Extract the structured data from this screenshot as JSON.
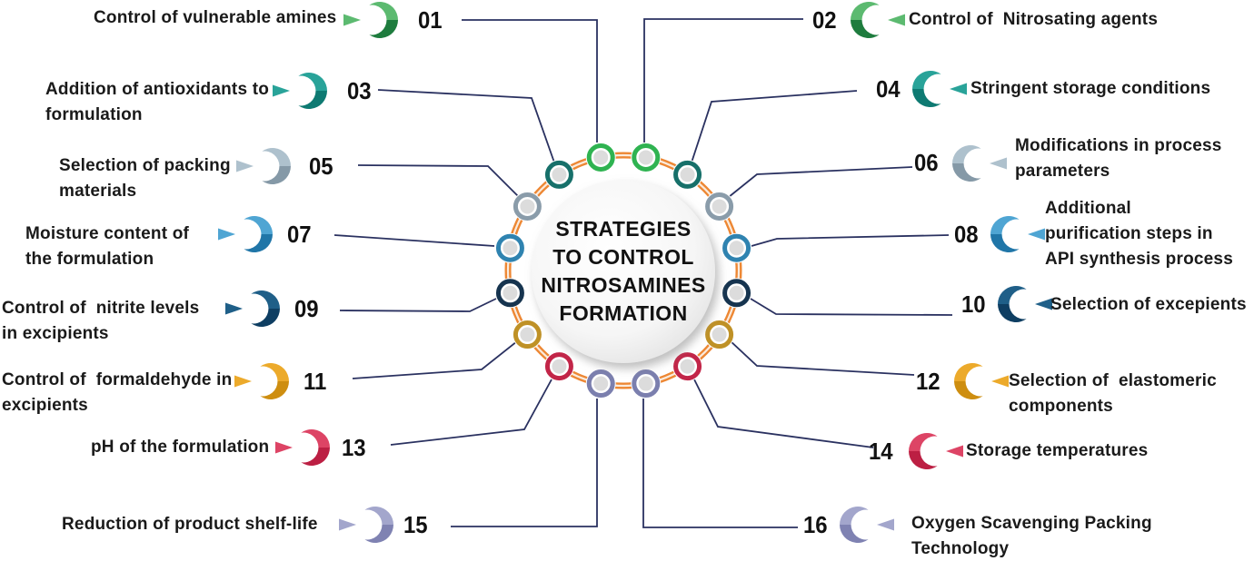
{
  "center": {
    "title": "STRATEGIES\nTO CONTROL\nNITROSAMINES\nFORMATION"
  },
  "colors": {
    "ring": "#ED8733",
    "ring_stripe": "#FAEBDD",
    "connector": "#2A3160",
    "node_fill": "#DCDCDC",
    "node_inner_rim": "#FFFFFF",
    "text": "#1A1A1A"
  },
  "items": [
    {
      "num": "01",
      "side": "left",
      "label": "Control of vulnerable amines",
      "icon_light": "#5CBA70",
      "icon_dark": "#1E7C3E",
      "node_color": "#2FB351"
    },
    {
      "num": "02",
      "side": "right",
      "label": "Control of  Nitrosating agents",
      "icon_light": "#5CBA70",
      "icon_dark": "#1E7C3E",
      "node_color": "#2FB351"
    },
    {
      "num": "03",
      "side": "left",
      "label": "Addition of antioxidants to\nformulation",
      "icon_light": "#29A399",
      "icon_dark": "#0E7A72",
      "node_color": "#17706A"
    },
    {
      "num": "04",
      "side": "right",
      "label": "Stringent storage conditions",
      "icon_light": "#29A399",
      "icon_dark": "#0E7A72",
      "node_color": "#17706A"
    },
    {
      "num": "05",
      "side": "left",
      "label": "Selection of packing\nmaterials",
      "icon_light": "#AEC1CD",
      "icon_dark": "#8599A7",
      "node_color": "#8A9CAA"
    },
    {
      "num": "06",
      "side": "right",
      "label": "Modifications in process\nparameters",
      "icon_light": "#AEC1CD",
      "icon_dark": "#8599A7",
      "node_color": "#8A9CAA"
    },
    {
      "num": "07",
      "side": "left",
      "label": "Moisture content of\nthe formulation",
      "icon_light": "#4FA5D3",
      "icon_dark": "#2076A8",
      "node_color": "#2F83B0"
    },
    {
      "num": "08",
      "side": "right",
      "label": "Additional\npurification steps in\nAPI synthesis process",
      "icon_light": "#4FA5D3",
      "icon_dark": "#2076A8",
      "node_color": "#2F83B0"
    },
    {
      "num": "09",
      "side": "left",
      "label": "Control of  nitrite levels\nin excipients",
      "icon_light": "#1F5F88",
      "icon_dark": "#0E3E62",
      "node_color": "#16344F"
    },
    {
      "num": "10",
      "side": "right",
      "label": "Selection of excepients",
      "icon_light": "#1F5F88",
      "icon_dark": "#0E3E62",
      "node_color": "#16344F"
    },
    {
      "num": "11",
      "side": "left",
      "label": "Control of  formaldehyde in\nexcipients",
      "icon_light": "#ECAA2B",
      "icon_dark": "#CE8E10",
      "node_color": "#BF9126"
    },
    {
      "num": "12",
      "side": "right",
      "label": "Selection of  elastomeric\ncomponents",
      "icon_light": "#ECAA2B",
      "icon_dark": "#CE8E10",
      "node_color": "#BF9126"
    },
    {
      "num": "13",
      "side": "left",
      "label": "pH of the formulation",
      "icon_light": "#DD4465",
      "icon_dark": "#BC1F43",
      "node_color": "#C22548"
    },
    {
      "num": "14",
      "side": "right",
      "label": "Storage temperatures",
      "icon_light": "#DD4465",
      "icon_dark": "#BC1F43",
      "node_color": "#C22548"
    },
    {
      "num": "15",
      "side": "left",
      "label": "Reduction of product shelf-life",
      "icon_light": "#A3A6CC",
      "icon_dark": "#7F82B2",
      "node_color": "#7B7FAE"
    },
    {
      "num": "16",
      "side": "right",
      "label": "Oxygen Scavenging Packing\nTechnology",
      "icon_light": "#A3A6CC",
      "icon_dark": "#7F82B2",
      "node_color": "#7B7FAE"
    }
  ]
}
